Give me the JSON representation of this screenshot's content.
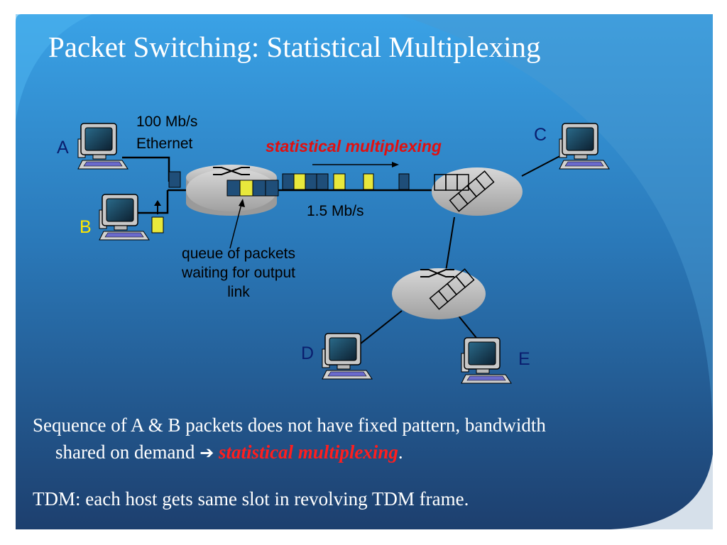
{
  "title": "Packet Switching: Statistical Multiplexing",
  "diagram": {
    "link_label_1_line1": "100 Mb/s",
    "link_label_1_line2": "Ethernet",
    "stat_label": "statistical multiplexing",
    "link_label_2": "1.5 Mb/s",
    "queue_label": [
      "queue of packets",
      "waiting for output",
      "link"
    ],
    "hosts": [
      "A",
      "B",
      "C",
      "D",
      "E"
    ]
  },
  "bullets": {
    "b1_text": "Sequence of A & B packets does not have fixed pattern, bandwidth",
    "b1_text2": "shared on demand",
    "b1_arrow": "➔",
    "b1_emph": "statistical multiplexing",
    "b1_end": ".",
    "b2": "TDM: each host gets same slot in revolving TDM frame."
  },
  "colors": {
    "accent": "#e01010",
    "packet_a": "#1f4e79",
    "packet_b": "#e8e83c",
    "background_top": "#3ea0e0",
    "background_bottom": "#1e4a7c"
  }
}
